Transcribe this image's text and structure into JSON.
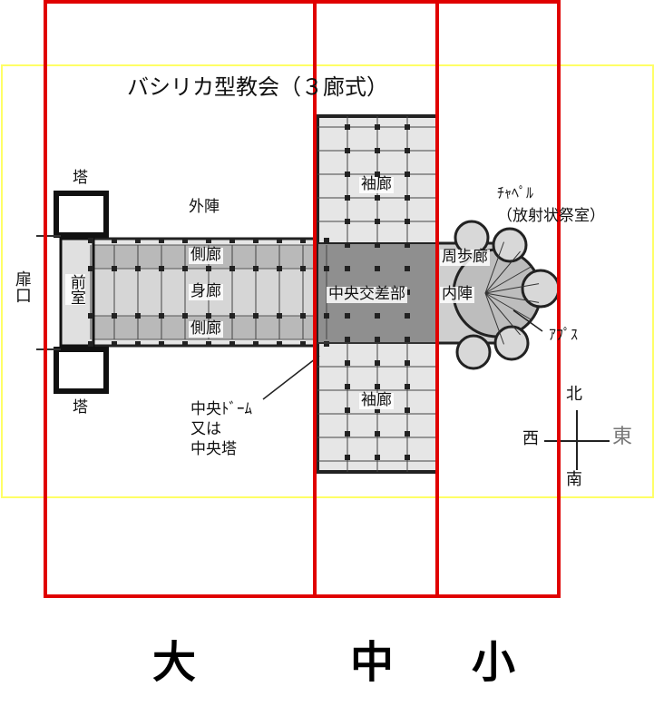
{
  "diagram": {
    "title": "バシリカ型教会（３廊式）",
    "labels": {
      "tower_top": "塔",
      "tower_bottom": "塔",
      "entrance": "扉口",
      "narthex": "前室",
      "outer_nave": "外陣",
      "aisle_north": "側廊",
      "nave": "身廊",
      "aisle_south": "側廊",
      "transept_north": "袖廊",
      "crossing": "中央交差部",
      "transept_south": "袖廊",
      "ambulatory": "周歩廊",
      "choir": "内陣",
      "chapel": "ﾁｬﾍﾟﾙ",
      "chapel_sub": "（放射状祭室）",
      "apse": "ｱﾌﾟｽ",
      "dome_line1": "中央ﾄﾞｰﾑ",
      "dome_line2": "又は",
      "dome_line3": "中央塔"
    },
    "compass": {
      "north": "北",
      "south": "南",
      "west": "西",
      "east": "東"
    },
    "sections": {
      "large": "大",
      "medium": "中",
      "small": "小"
    }
  },
  "colors": {
    "highlight_box": "#ffff66",
    "section_frames": "#e00000",
    "plan_fill": "#c8c8c8",
    "plan_dark": "#222222"
  }
}
